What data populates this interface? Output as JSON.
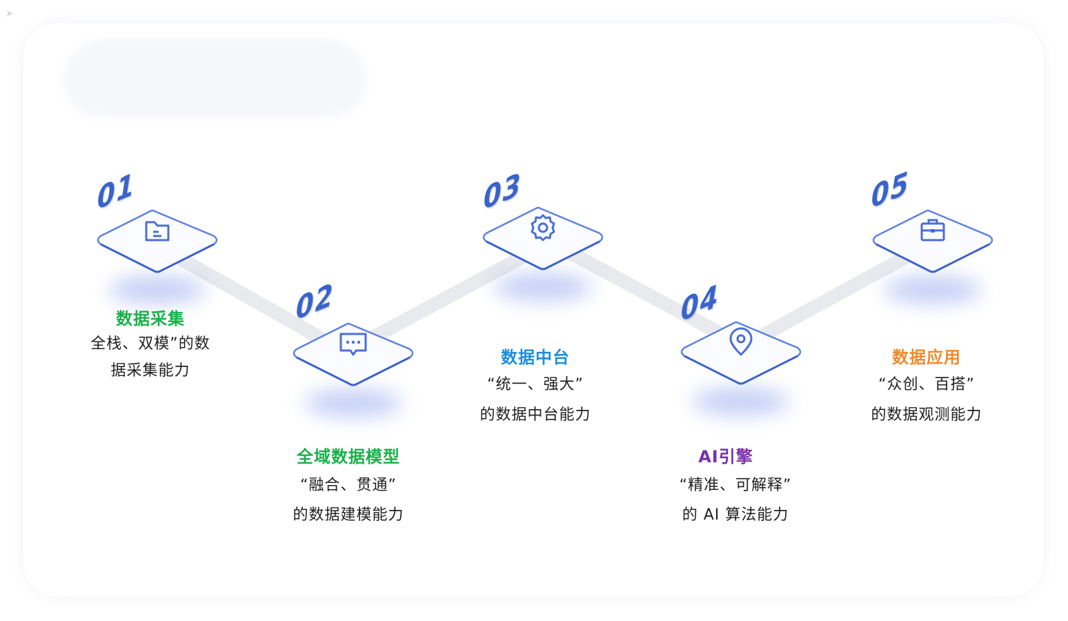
{
  "steps": [
    {
      "number": "01",
      "title": "数据采集",
      "line1": "全栈、双模”的数",
      "line2": "据采集能力",
      "color": "#19b04a",
      "icon": "folder-icon"
    },
    {
      "number": "02",
      "title": "全域数据模型",
      "line1": "“融合、贯通”",
      "line2": "的数据建模能力",
      "color": "#19b04a",
      "icon": "chat-icon"
    },
    {
      "number": "03",
      "title": "数据中台",
      "line1": "“统一、强大”",
      "line2": "的数据中台能力",
      "color": "#1e8ed8",
      "icon": "gear-icon"
    },
    {
      "number": "04",
      "title": "AI引擎",
      "line1": "“精准、可解释”",
      "line2": "的 AI 算法能力",
      "color": "#7a2fa8",
      "icon": "location-pin-icon"
    },
    {
      "number": "05",
      "title": "数据应用",
      "line1": "“众创、百搭”",
      "line2": "的数据观测能力",
      "color": "#f08a2a",
      "icon": "briefcase-icon"
    }
  ]
}
